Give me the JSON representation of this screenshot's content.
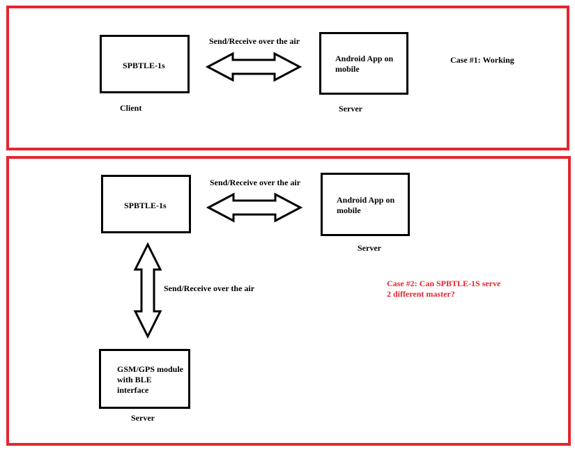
{
  "colors": {
    "panel_border": "#e3262f",
    "case2_text": "#e3262f",
    "box_border": "#000000"
  },
  "case1": {
    "link_label": "Send/Receive over the air",
    "client_box": "SPBTLE-1s",
    "client_role": "Client",
    "server_box": "Android App on\nmobile",
    "server_role": "Server",
    "case_label": "Case #1: Working"
  },
  "case2": {
    "link_label_top": "Send/Receive over the air",
    "client_box": "SPBTLE-1s",
    "server_box": "Android App on\nmobile",
    "server_role": "Server",
    "link_label_vertical": "Send/Receive over the air",
    "gsm_box": "GSM/GPS module\nwith BLE\ninterface",
    "gsm_role": "Server",
    "case_label": "Case #2: Can SPBTLE-1S serve\n2 different master?"
  }
}
